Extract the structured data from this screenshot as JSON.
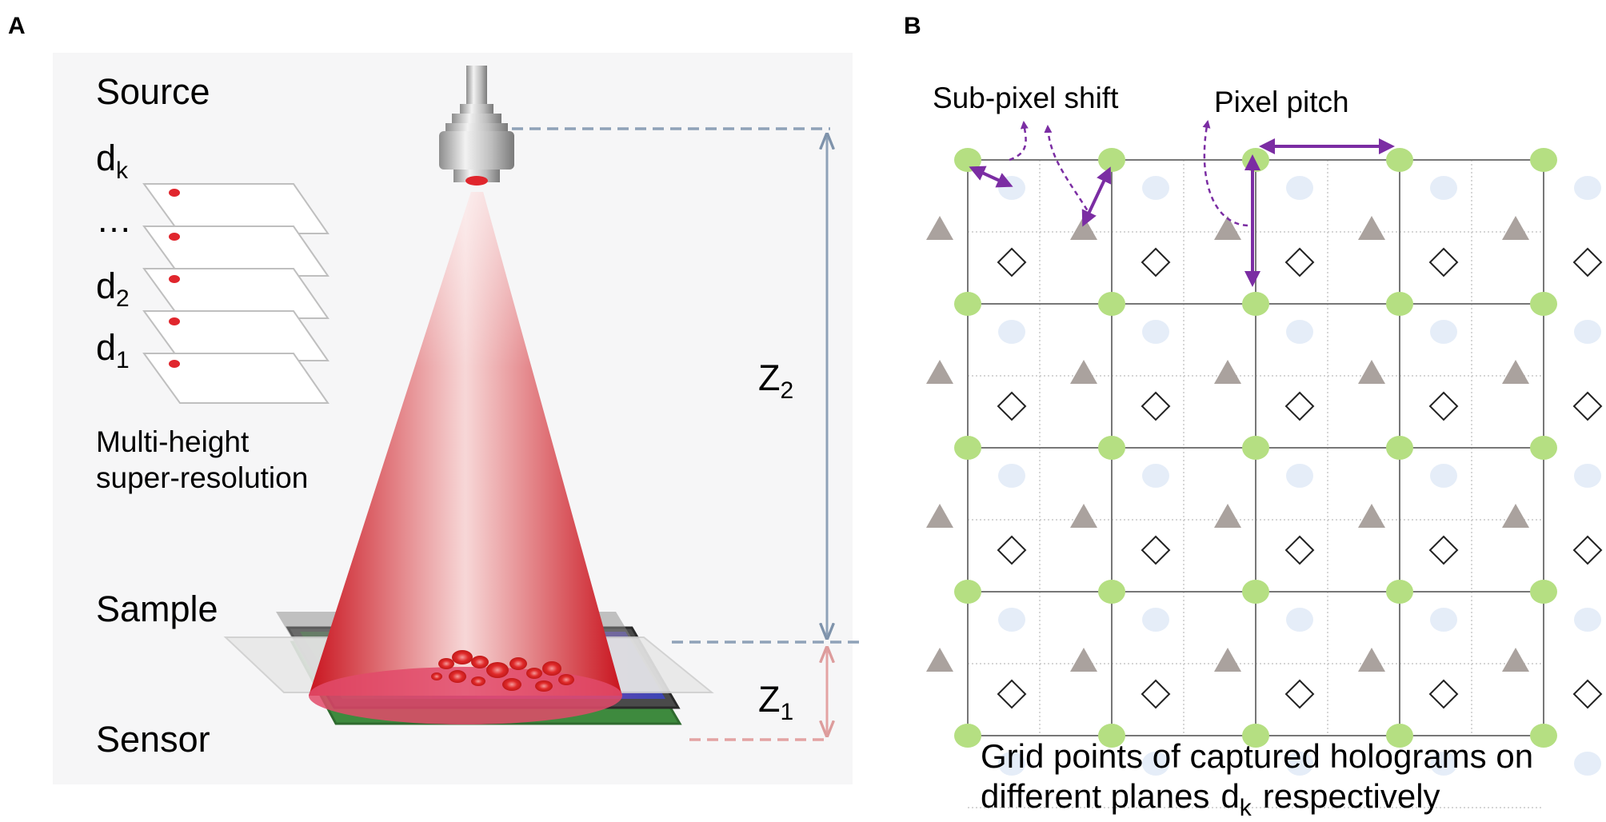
{
  "panel_a": {
    "letter": "A",
    "labels": {
      "source": "Source",
      "dk_base": "d",
      "dk_sub": "k",
      "ellipsis": "…",
      "d2_base": "d",
      "d2_sub": "2",
      "d1_base": "d",
      "d1_sub": "1",
      "multi_line1": "Multi-height",
      "multi_line2": "super-resolution",
      "sample": "Sample",
      "sensor": "Sensor",
      "z2_base": "Z",
      "z2_sub": "2",
      "z1_base": "Z",
      "z1_sub": "1"
    },
    "colors": {
      "background": "#f6f6f7",
      "beam": "#d8202a",
      "z2_line": "#8fa2b8",
      "z1_line": "#e3a3a3"
    }
  },
  "panel_b": {
    "letter": "B",
    "labels": {
      "subpixel_shift": "Sub-pixel shift",
      "pixel_pitch": "Pixel pitch"
    },
    "caption": {
      "line1": "Grid points of captured holograms on",
      "line2_prefix": "different planes",
      "line2_base": "d",
      "line2_sub": "k",
      "line2_suffix": "respectively"
    },
    "markers": {
      "grid_point": "green-circle",
      "shift_1": "light-blue-ellipse",
      "shift_2": "gray-triangle",
      "shift_3": "open-diamond"
    },
    "colors": {
      "green": "#b5df82",
      "blue": "#e5edf8",
      "triangle": "#aaa29e",
      "arrow": "#7b2da3",
      "grid": "#777777"
    }
  }
}
